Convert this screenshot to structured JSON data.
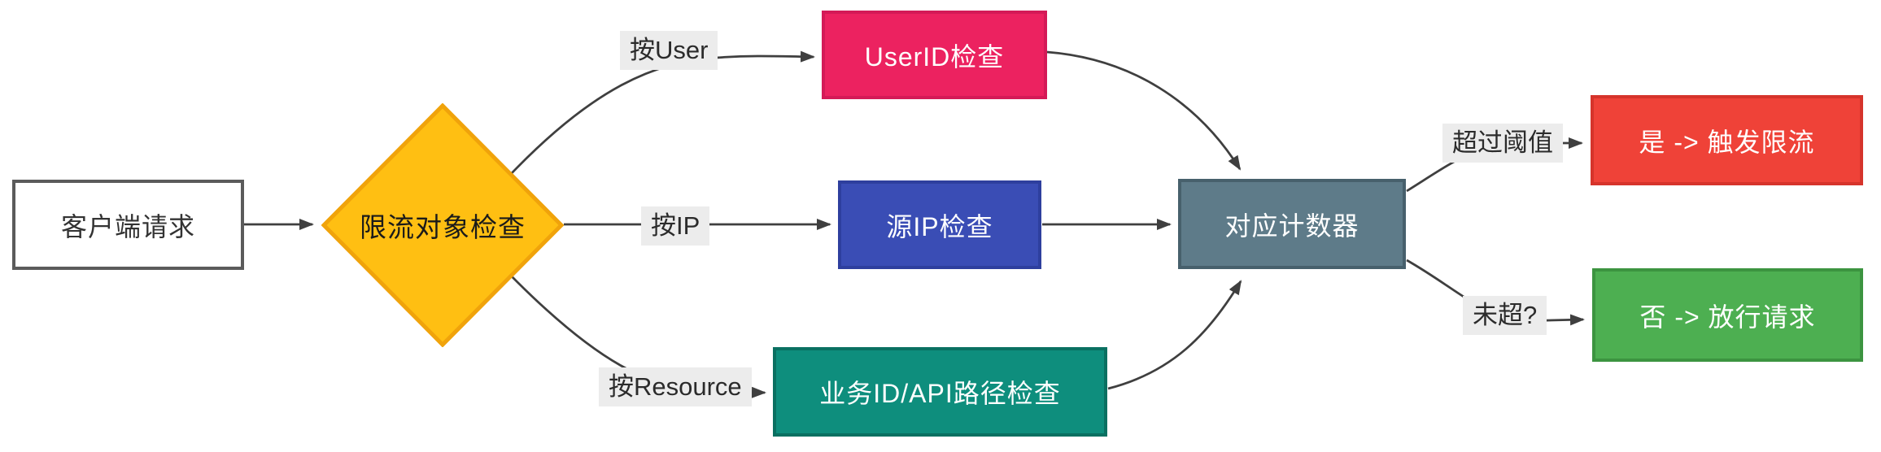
{
  "canvas": {
    "background": "#FFFFFF",
    "arrow_color": "#3F3F3F",
    "edge_label_bg": "#ECECEC"
  },
  "nodes": {
    "client": {
      "label": "客户端请求",
      "fill": "#FFFFFF",
      "border": "#5B5B5B",
      "text_color": "#333333"
    },
    "decision": {
      "label": "限流对象检查",
      "fill": "#FFBF12",
      "border": "#F0A30B",
      "text_color": "#1A1A1A"
    },
    "user_check": {
      "label": "UserID检查",
      "fill": "#EC2260",
      "border": "#D41A57",
      "text_color": "#FFFFFF"
    },
    "ip_check": {
      "label": "源IP检查",
      "fill": "#3A4DB5",
      "border": "#2E3F9E",
      "text_color": "#FFFFFF"
    },
    "resource_check": {
      "label": "业务ID/API路径检查",
      "fill": "#0E8E7D",
      "border": "#0A7061",
      "text_color": "#FFFFFF"
    },
    "counter": {
      "label": "对应计数器",
      "fill": "#5E7B89",
      "border": "#47606C",
      "text_color": "#FFFFFF"
    },
    "trigger_limit": {
      "label": "是 -> 触发限流",
      "fill": "#EF4238",
      "border": "#D6342B",
      "text_color": "#FFFFFF"
    },
    "allow_request": {
      "label": "否 -> 放行请求",
      "fill": "#4DAF51",
      "border": "#3C9440",
      "text_color": "#FFFFFF"
    }
  },
  "edge_labels": {
    "by_user": "按User",
    "by_ip": "按IP",
    "by_resource": "按Resource",
    "over_threshold": "超过阈值",
    "not_over": "未超?"
  }
}
